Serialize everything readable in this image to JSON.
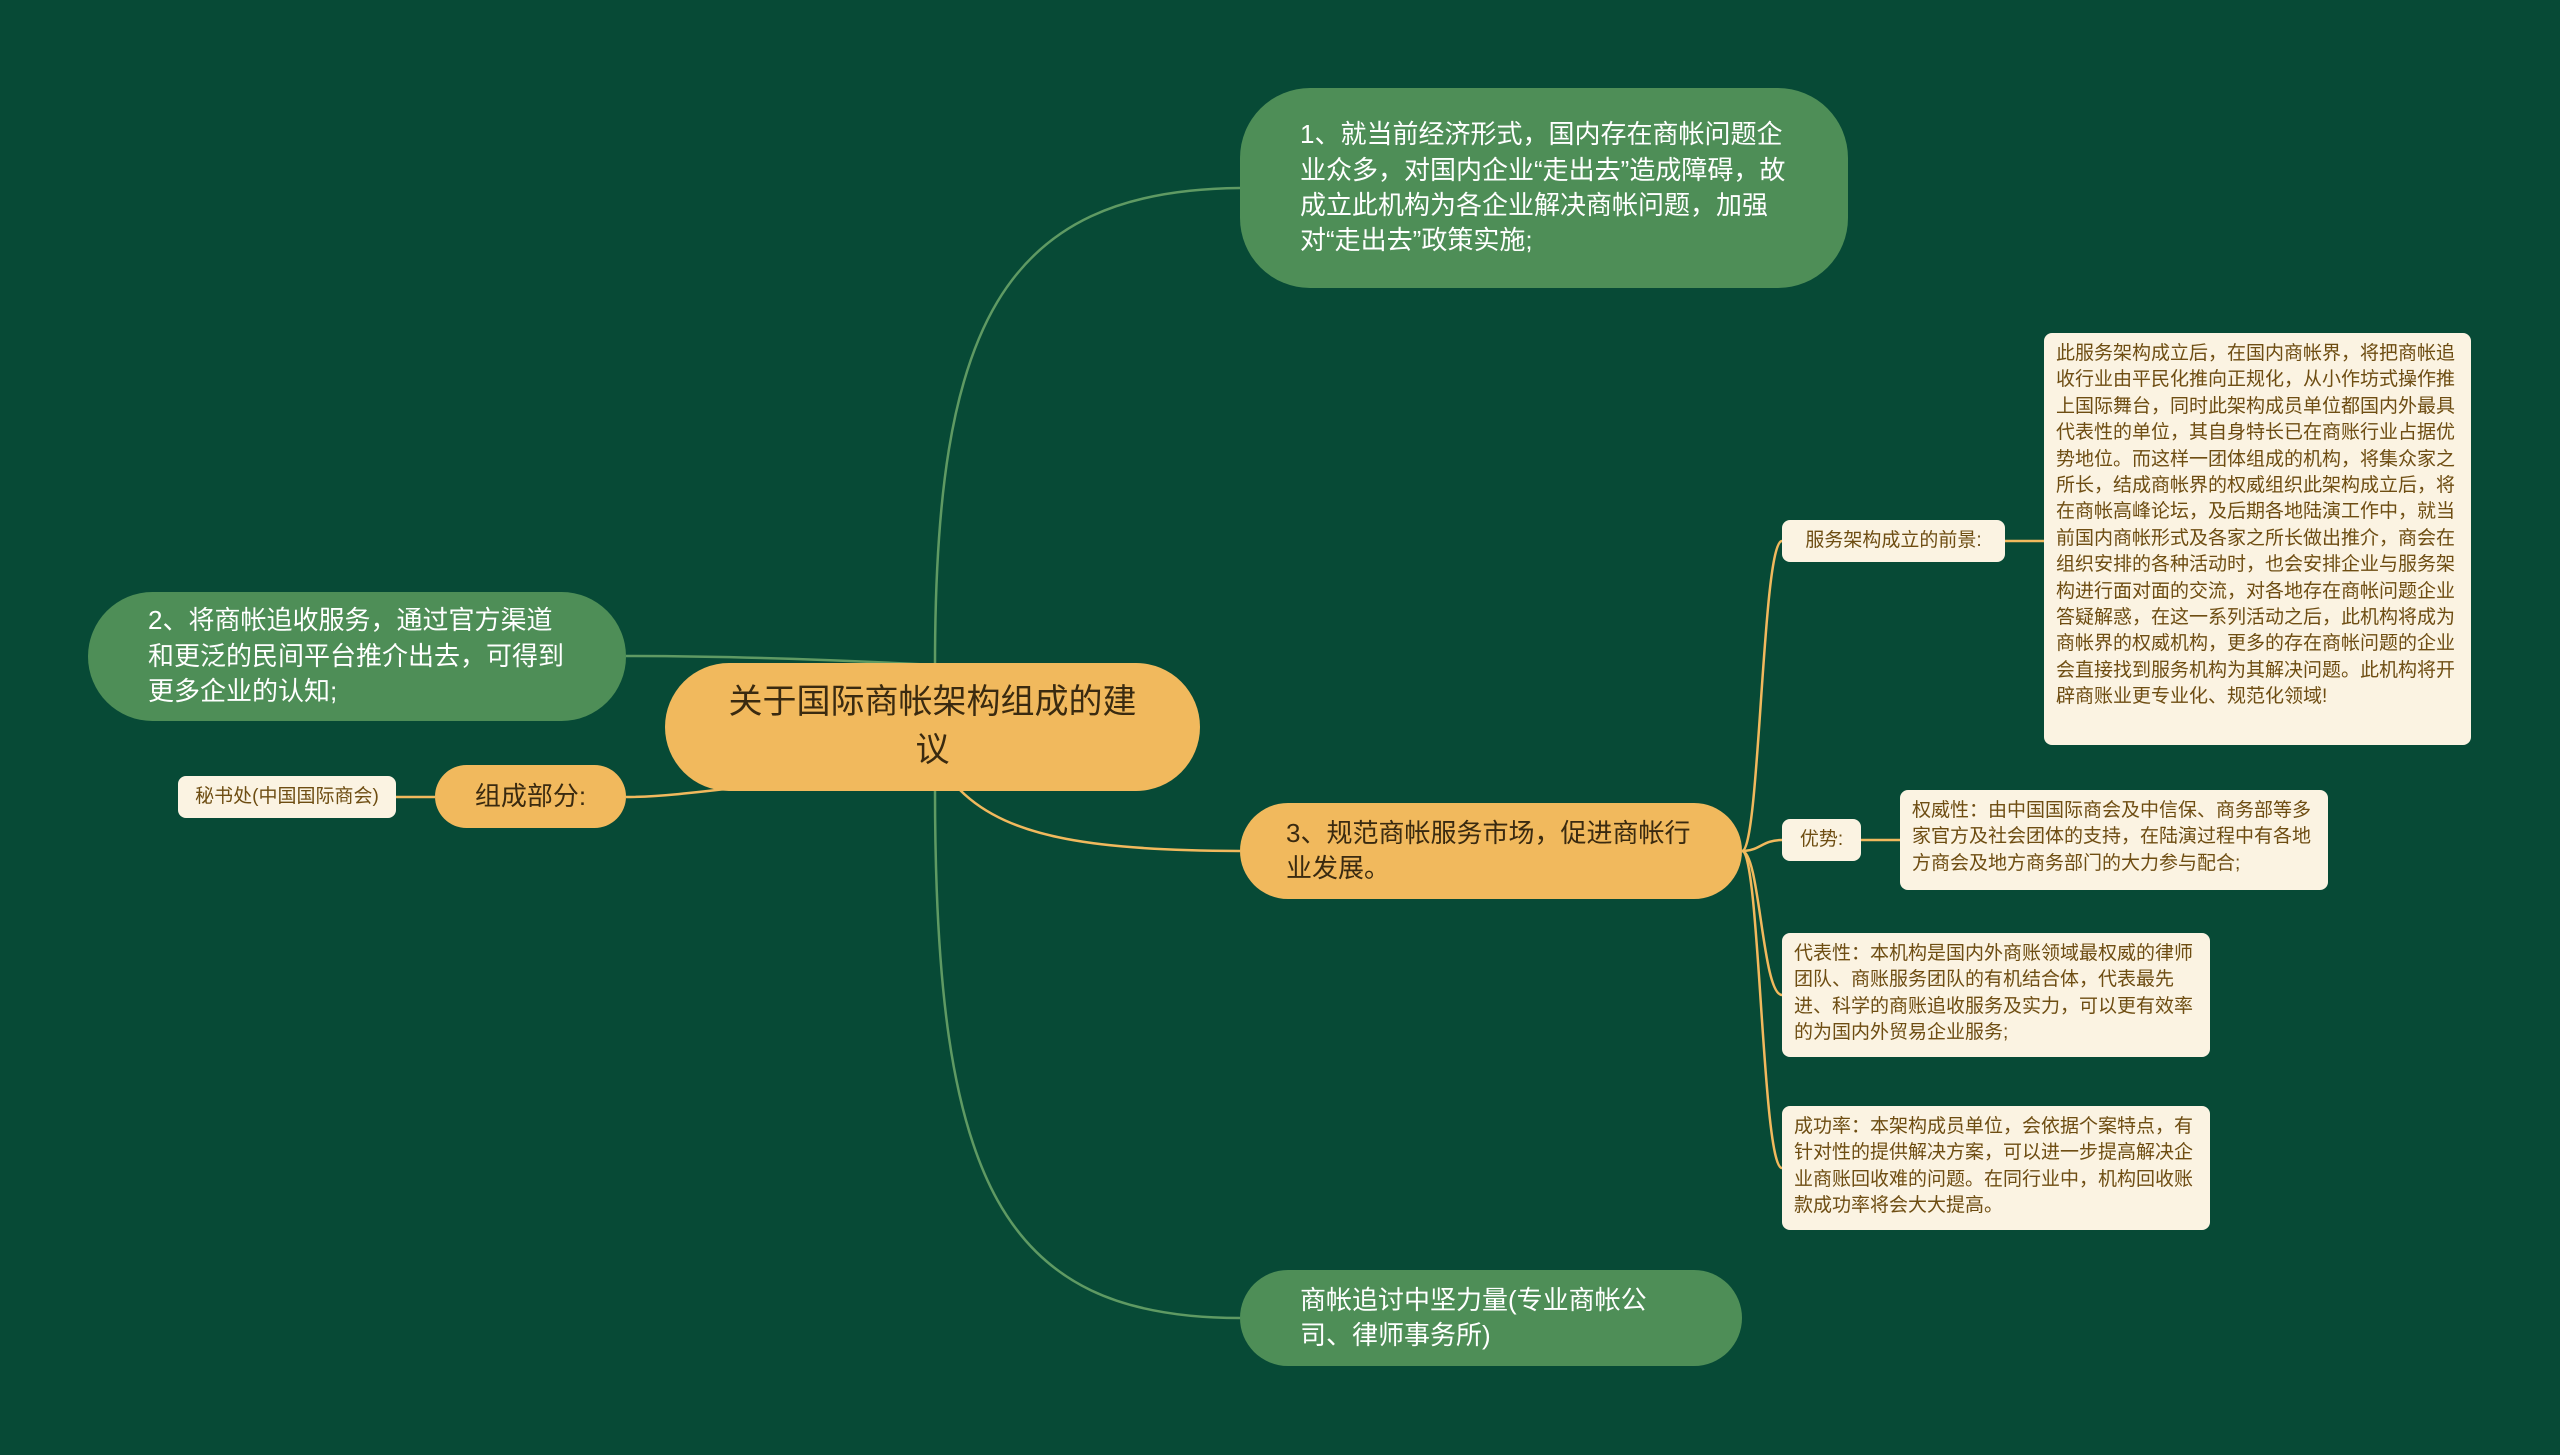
{
  "colors": {
    "background": "#074a36",
    "central": "#f1b95d",
    "branch_green": "#4e8e57",
    "leaf": "#fbf3e2",
    "leaf_text": "#6e4d12",
    "link_green": "#5f9a63",
    "link_orange": "#f1b95d"
  },
  "mindmap": {
    "central": "关于国际商帐架构组成的建议",
    "branch1": "1、就当前经济形式，国内存在商帐问题企业众多，对国内企业“走出去”造成障碍，故成立此机构为各企业解决商帐问题，加强对“走出去”政策实施;",
    "branch2": "2、将商帐追收服务，通过官方渠道和更泛的民间平台推介出去，可得到更多企业的认知;",
    "branch3": {
      "label": "3、规范商帐服务市场，促进商帐行业发展。",
      "background_label": "服务架构成立的前景:",
      "background_text": "此服务架构成立后，在国内商帐界，将把商帐追收行业由平民化推向正规化，从小作坊式操作推上国际舞台，同时此架构成员单位都国内外最具代表性的单位，其自身特长已在商账行业占据优势地位。而这样一团体组成的机构，将集众家之所长，结成商帐界的权威组织此架构成立后，将在商帐高峰论坛，及后期各地陆演工作中，就当前国内商帐形式及各家之所长做出推介，商会在组织安排的各种活动时，也会安排企业与服务架构进行面对面的交流，对各地存在商帐问题企业答疑解惑，在这一系列活动之后，此机构将成为商帐界的权威机构，更多的存在商帐问题的企业会直接找到服务机构为其解决问题。此机构将开辟商账业更专业化、规范化领域!",
      "advantage_label": "优势:",
      "authority": "权威性：由中国国际商会及中信保、商务部等多家官方及社会团体的支持，在陆演过程中有各地方商会及地方商务部门的大力参与配合;",
      "representative": "代表性：本机构是国内外商账领域最权威的律师团队、商账服务团队的有机结合体，代表最先进、科学的商账追收服务及实力，可以更有效率的为国内外贸易企业服务;",
      "success_rate": "成功率：本架构成员单位，会依据个案特点，有针对性的提供解决方案，可以进一步提高解决企业商账回收难的问题。在同行业中，机构回收账款成功率将会大大提高。"
    },
    "components": {
      "label": "组成部分:",
      "secretariat": "秘书处(中国国际商会)"
    },
    "force": "商帐追讨中坚力量(专业商帐公司、律师事务所)"
  }
}
